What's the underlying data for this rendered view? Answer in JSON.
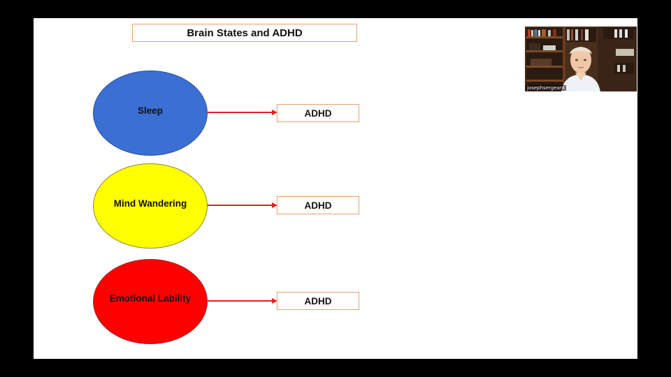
{
  "slide": {
    "title": "Brain States and ADHD",
    "rows": [
      {
        "state": "Sleep",
        "color": "#3b6fd4",
        "outcome": "ADHD"
      },
      {
        "state": "Mind Wandering",
        "color": "#ffff00",
        "outcome": "ADHD"
      },
      {
        "state": "Emotional Lability",
        "color": "#ff0000",
        "outcome": "ADHD"
      }
    ],
    "arrow_color": "#e02020",
    "box_border_color": "#e8a070"
  },
  "webcam": {
    "participant_name": "josephsergeant"
  }
}
